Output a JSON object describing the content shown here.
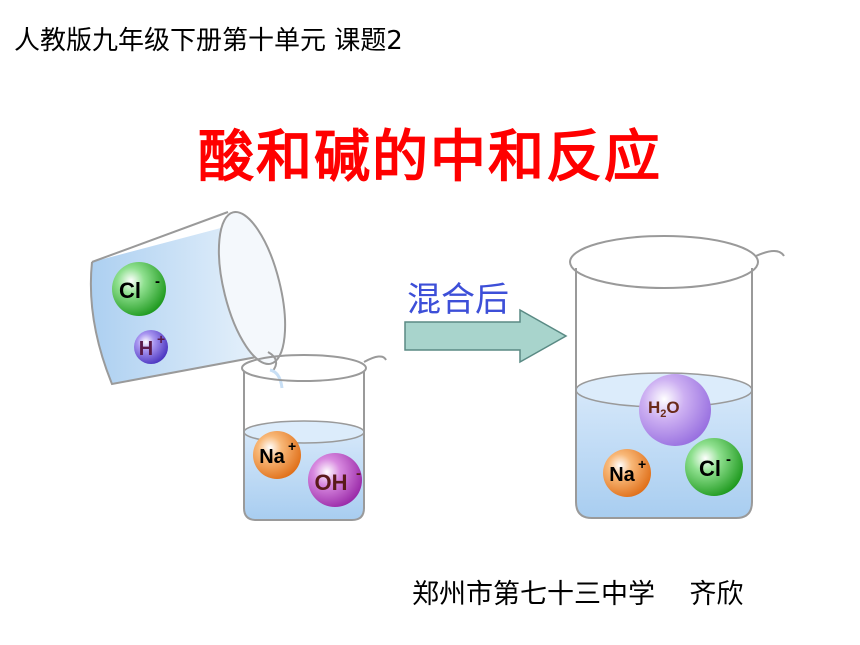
{
  "slide": {
    "course_title": "人教版九年级下册第十单元 课题2",
    "main_title": "酸和碱的中和反应",
    "arrow_label": "混合后",
    "author": "郑州市第七十三中学    齐欣"
  },
  "ions": {
    "acid_chloride": {
      "symbol": "Cl",
      "charge": "-"
    },
    "acid_hydrogen": {
      "symbol": "H",
      "charge": "+"
    },
    "base_sodium": {
      "symbol": "Na",
      "charge": "+"
    },
    "base_hydroxide": {
      "symbol": "OH",
      "charge": "-"
    },
    "water": {
      "h": "H",
      "sub": "2",
      "o": "O"
    },
    "product_sodium": {
      "symbol": "Na",
      "charge": "+"
    },
    "product_chloride": {
      "symbol": "Cl",
      "charge": "-"
    }
  },
  "colors": {
    "title_red": "#ff0000",
    "label_blue": "#3d4fd8",
    "chloride_green": "#2aa82a",
    "hydrogen_purple": "#6a4fd8",
    "sodium_orange": "#f08a2a",
    "hydroxide_magenta": "#b03ab8",
    "water_lavender": "#b48ae8",
    "arrow_fill": "#a8d4cc",
    "liquid_blue": "#bcd9f4"
  }
}
